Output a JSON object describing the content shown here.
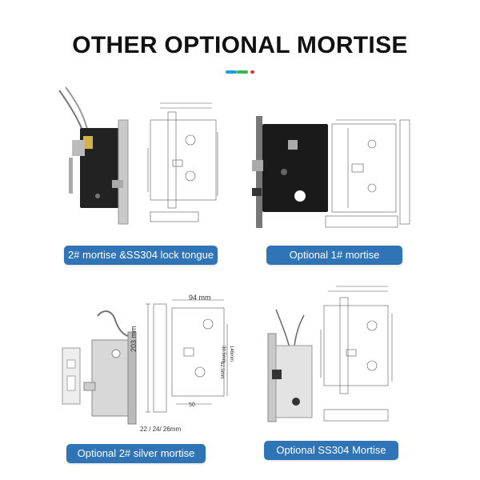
{
  "header": {
    "title": "OTHER OPTIONAL MORTISE",
    "accent_colors": [
      "#1aa0d8",
      "#3ab54a",
      "#e53935"
    ]
  },
  "products": [
    {
      "label": "2# mortise &SS304 lock tongue"
    },
    {
      "label": "Optional 1# mortise"
    },
    {
      "label": "Optional 2# silver mortise"
    },
    {
      "label": "Optional SS304 Mortise"
    }
  ],
  "drawing3": {
    "width_dim": "94 mm",
    "height_dim": "203 mm",
    "dim_right_top": "30.5mm",
    "dim_right_mid": "62.5mm",
    "dim_right_long": "146mm",
    "dim_bottom": "50",
    "thickness": "22 / 24/ 26mm"
  },
  "colors": {
    "label_bg": "#2f74b6",
    "title": "#111111"
  }
}
